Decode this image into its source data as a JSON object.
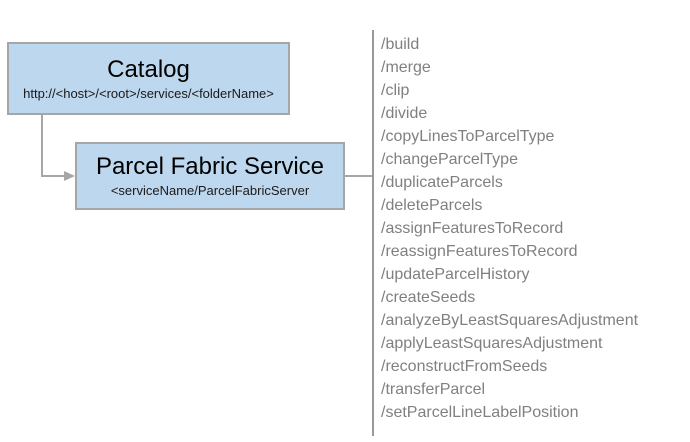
{
  "diagram": {
    "catalog_box": {
      "title": "Catalog",
      "subtitle": "http://<host>/<root>/services/<folderName>"
    },
    "service_box": {
      "title": "Parcel Fabric Service",
      "subtitle": "<serviceName/ParcelFabricServer"
    },
    "endpoints": {
      "items": [
        "/build",
        "/merge",
        "/clip",
        "/divide",
        "/copyLinesToParcelType",
        "/changeParcelType",
        "/duplicateParcels",
        "/deleteParcels",
        "/assignFeaturesToRecord",
        "/reassignFeaturesToRecord",
        "/updateParcelHistory",
        "/createSeeds",
        "/analyzeByLeastSquaresAdjustment",
        "/applyLeastSquaresAdjustment",
        "/reconstructFromSeeds",
        "/transferParcel",
        "/setParcelLineLabelPosition"
      ]
    },
    "colors": {
      "box_fill": "#BDD7EE",
      "box_border": "#A6A6A6",
      "connector": "#A6A6A6",
      "rule": "#999999",
      "endpoint_text": "#808080",
      "title_text": "#000000"
    }
  }
}
